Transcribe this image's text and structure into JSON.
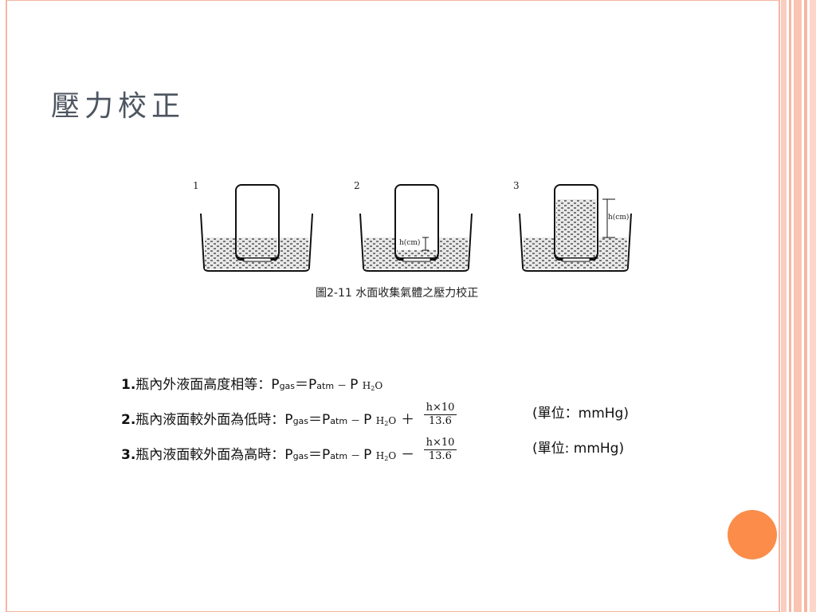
{
  "slide": {
    "title": "壓力校正",
    "accent_color": "#fb8c4a",
    "border_color": "#f6b6a2"
  },
  "figure": {
    "labels": [
      "1",
      "2",
      "3"
    ],
    "h_label_2": "h(cm)",
    "h_label_3": "h(cm)",
    "caption": "圖2-11 水面收集氣體之壓力校正"
  },
  "formulas": [
    {
      "num": "1.",
      "text": "瓶內外液面高度相等：",
      "p": "P",
      "gas": "gas",
      "eq": "＝",
      "patm": "P",
      "atm": "atm",
      "minus": "－",
      "ph2o": "P",
      "h2o_h": "H",
      "h2o_2": "2",
      "h2o_o": "O"
    },
    {
      "num": "2.",
      "text": "瓶內液面較外面為低時：",
      "p": "P",
      "gas": "gas",
      "eq": "＝",
      "patm": "P",
      "atm": "atm",
      "minus": "－",
      "ph2o": "P",
      "h2o_h": "H",
      "h2o_2": "2",
      "h2o_o": "O",
      "op": "＋",
      "frac_top": "h×10",
      "frac_bot": "13.6",
      "unit": "(單位：mmHg)"
    },
    {
      "num": "3.",
      "text": "瓶內液面較外面為高時：",
      "p": "P",
      "gas": "gas",
      "eq": "＝",
      "patm": "P",
      "atm": "atm",
      "minus": "－",
      "ph2o": "P",
      "h2o_h": "H",
      "h2o_2": "2",
      "h2o_o": "O",
      "op": "－",
      "frac_top": "h×10",
      "frac_bot": "13.6",
      "unit": "(單位:  mmHg)"
    }
  ]
}
